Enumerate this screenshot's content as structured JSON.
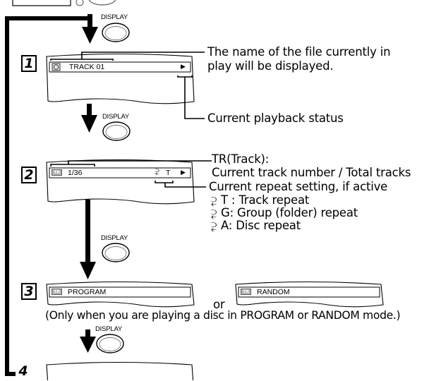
{
  "display_button_label": "DISPLAY",
  "steps": [
    "1",
    "2",
    "3",
    "4"
  ],
  "screen1": {
    "text": "TRACK 01",
    "play_symbol": "▶",
    "note_filename_line1": "The name of the file currently in",
    "note_filename_line2": "play will be displayed.",
    "note_status": "Current playback status"
  },
  "screen2": {
    "badge": "TR",
    "count": "1/36",
    "repeat_symbol": "⥻",
    "repeat_letter": "T",
    "play_symbol": "▶",
    "note_track_line1": "TR(Track):",
    "note_track_line2": "Current track number / Total tracks",
    "note_repeat": "Current repeat setting, if active",
    "repeat_options": [
      {
        "symbol": "⥻",
        "text": "T : Track repeat"
      },
      {
        "symbol": "⥻",
        "text": "G: Group (folder) repeat"
      },
      {
        "symbol": "⥻",
        "text": "A: Disc repeat"
      }
    ]
  },
  "screen3": {
    "badge": "TR",
    "program_text": "PROGRAM",
    "or_text": "or",
    "random_text": "RANDOM",
    "note": "(Only when you are playing a disc in PROGRAM or RANDOM mode.)"
  }
}
